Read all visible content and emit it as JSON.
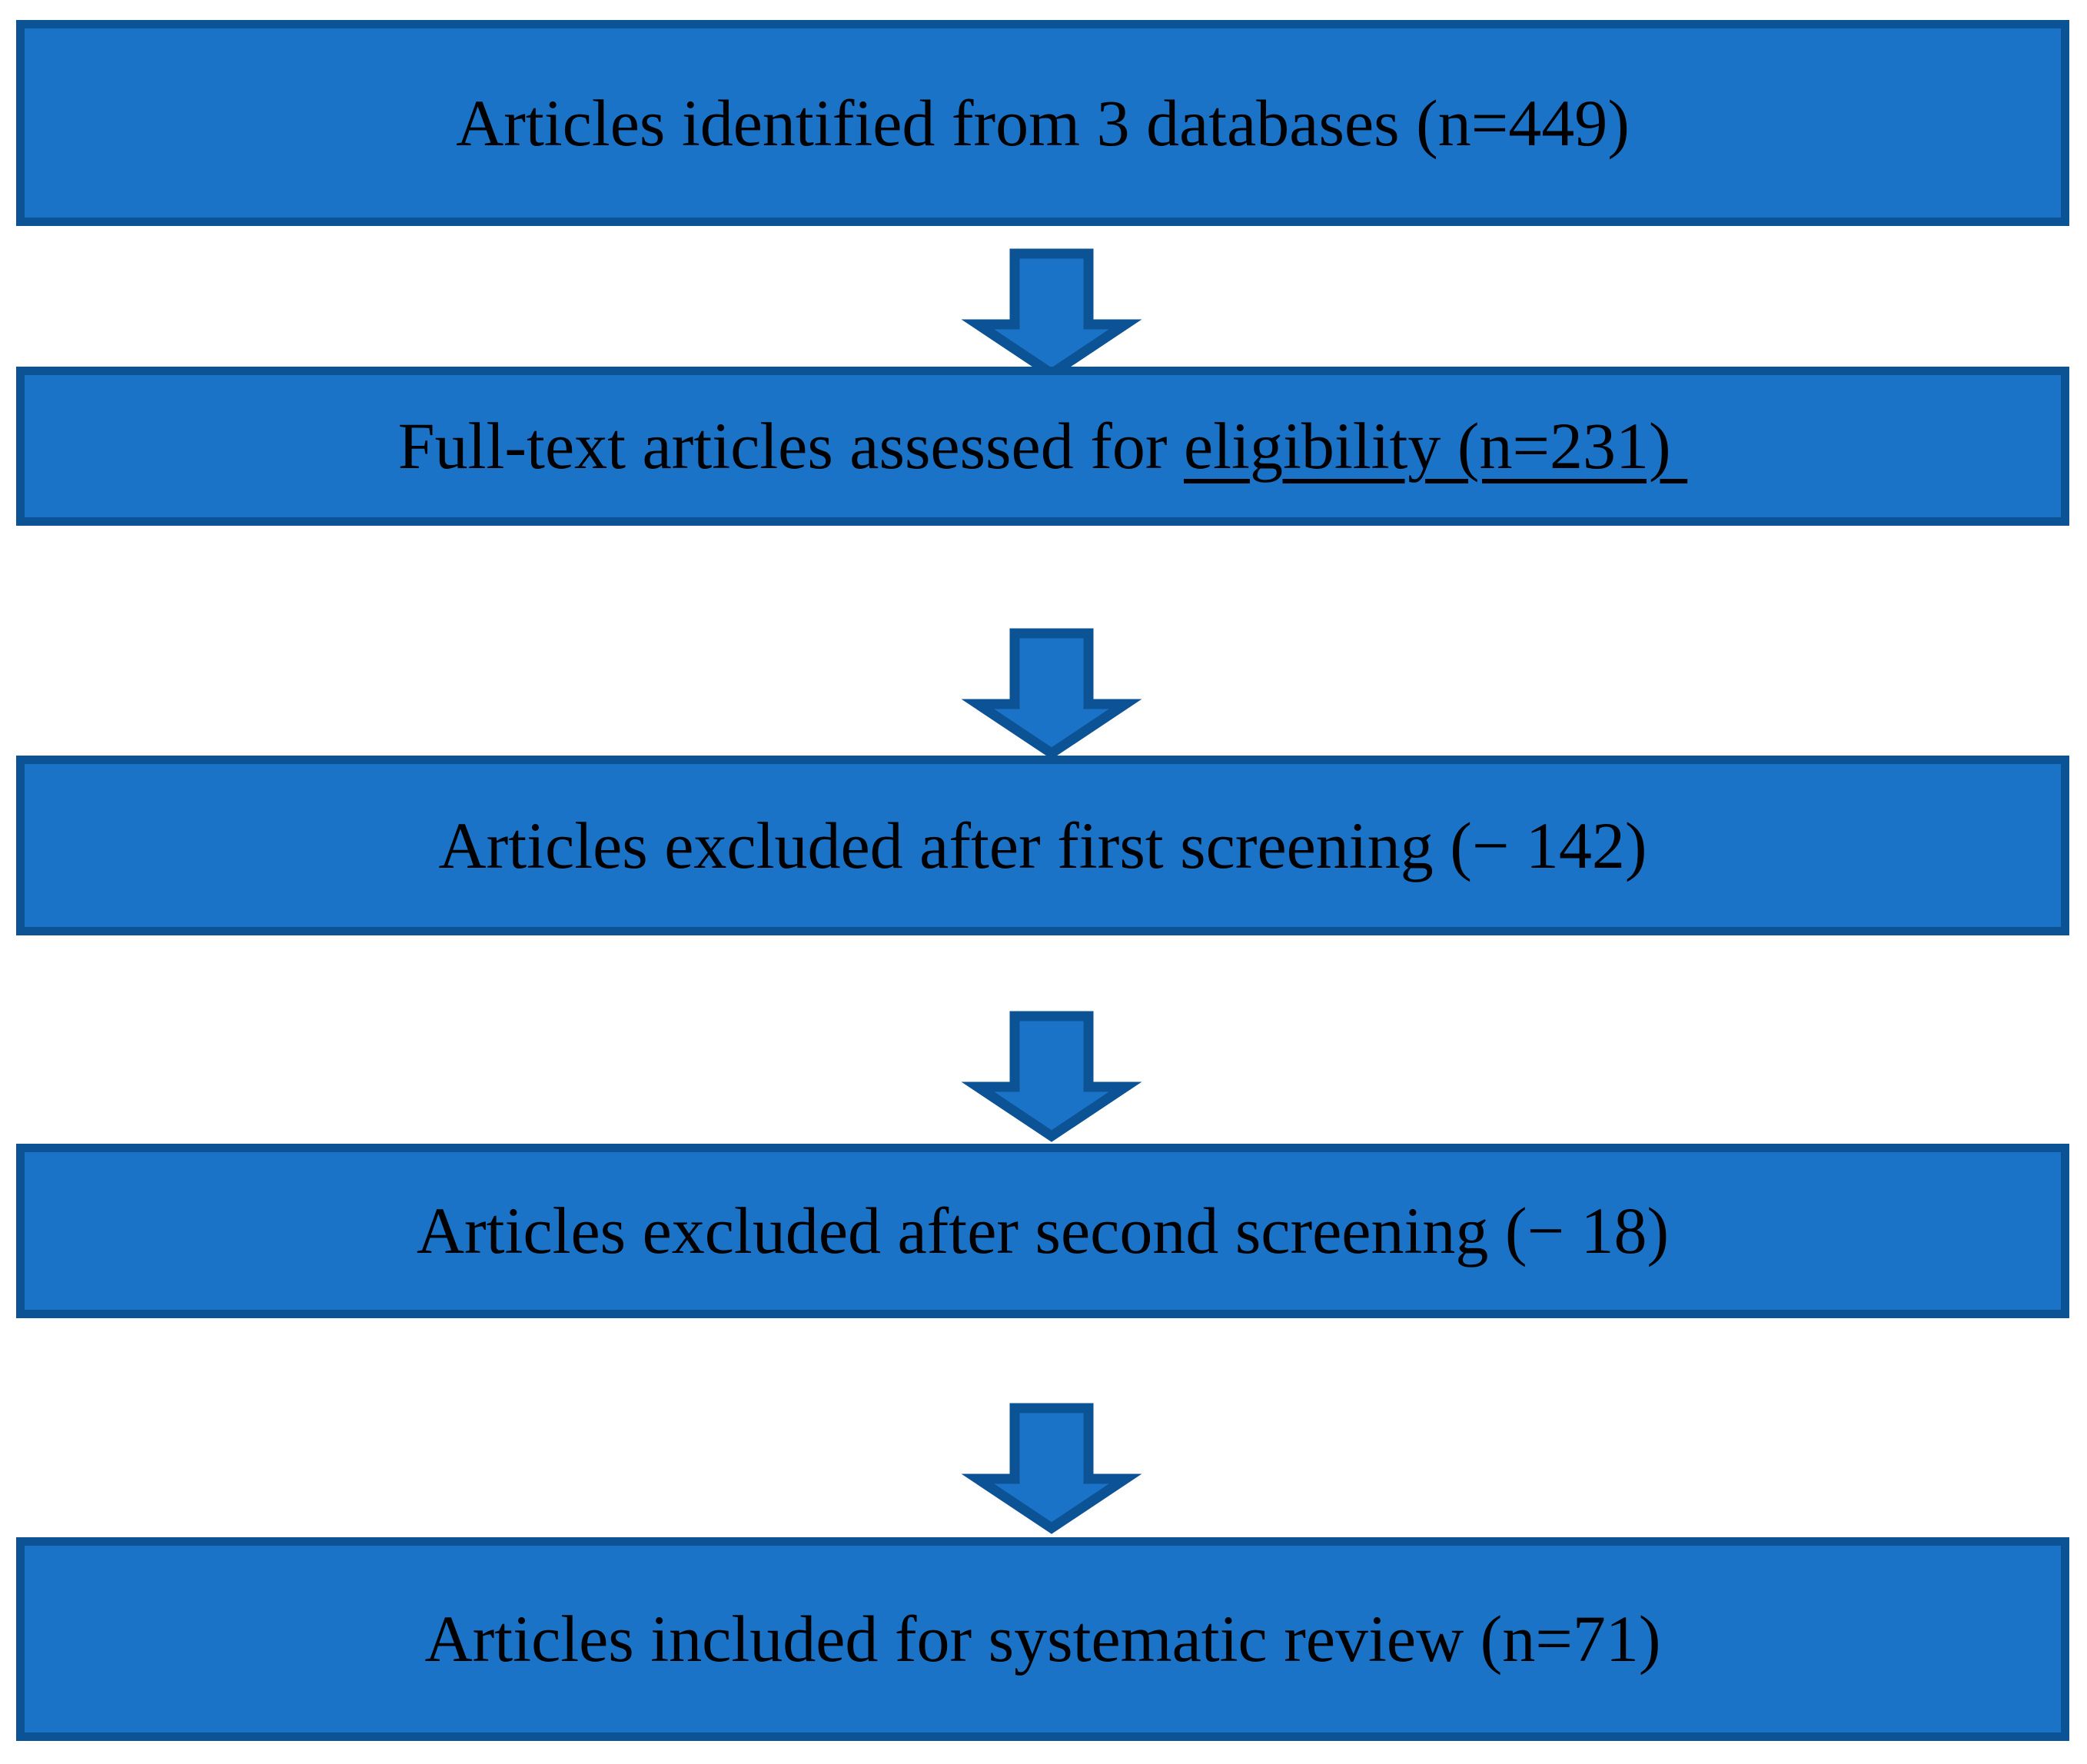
{
  "diagram": {
    "type": "prisma-flow-diagram",
    "orientation": "vertical",
    "colors": {
      "box_fill": "#1B73C8",
      "box_border": "#0B5394",
      "arrow_fill": "#1B73C8",
      "arrow_border": "#0B5394",
      "text": "#000000",
      "background": "#FFFFFF"
    },
    "boxes": [
      {
        "id": "identified",
        "text": "Articles identified from 3 databases (n=449)",
        "text_plain": "Articles identified from 3 databases (n=449)",
        "underlined_part": "",
        "count": 449,
        "count_label": "n=449"
      },
      {
        "id": "eligibility",
        "text": "Full-text articles assessed for ",
        "text_plain": "Full-text articles assessed for eligibility (n=231) ",
        "underlined_part": "eligibility (n=231) ",
        "count": 231,
        "count_label": "n=231"
      },
      {
        "id": "excluded-first",
        "text": "Articles excluded after first screening (− 142)",
        "text_plain": "Articles excluded after first screening (− 142)",
        "underlined_part": "",
        "count": -142,
        "count_label": "− 142"
      },
      {
        "id": "excluded-second",
        "text": "Articles excluded after second screening (− 18)",
        "text_plain": "Articles excluded after second screening (− 18)",
        "underlined_part": "",
        "count": -18,
        "count_label": "− 18"
      },
      {
        "id": "included",
        "text": "Articles included for systematic review (n=71)",
        "text_plain": "Articles included for systematic review (n=71)",
        "underlined_part": "",
        "count": 71,
        "count_label": "n=71"
      }
    ],
    "arrows": [
      {
        "id": "arrow-identified-to-eligibility",
        "direction": "down"
      },
      {
        "id": "arrow-eligibility-to-excluded-first",
        "direction": "down"
      },
      {
        "id": "arrow-excluded-first-to-excluded-second",
        "direction": "down"
      },
      {
        "id": "arrow-excluded-second-to-included",
        "direction": "down"
      }
    ]
  }
}
